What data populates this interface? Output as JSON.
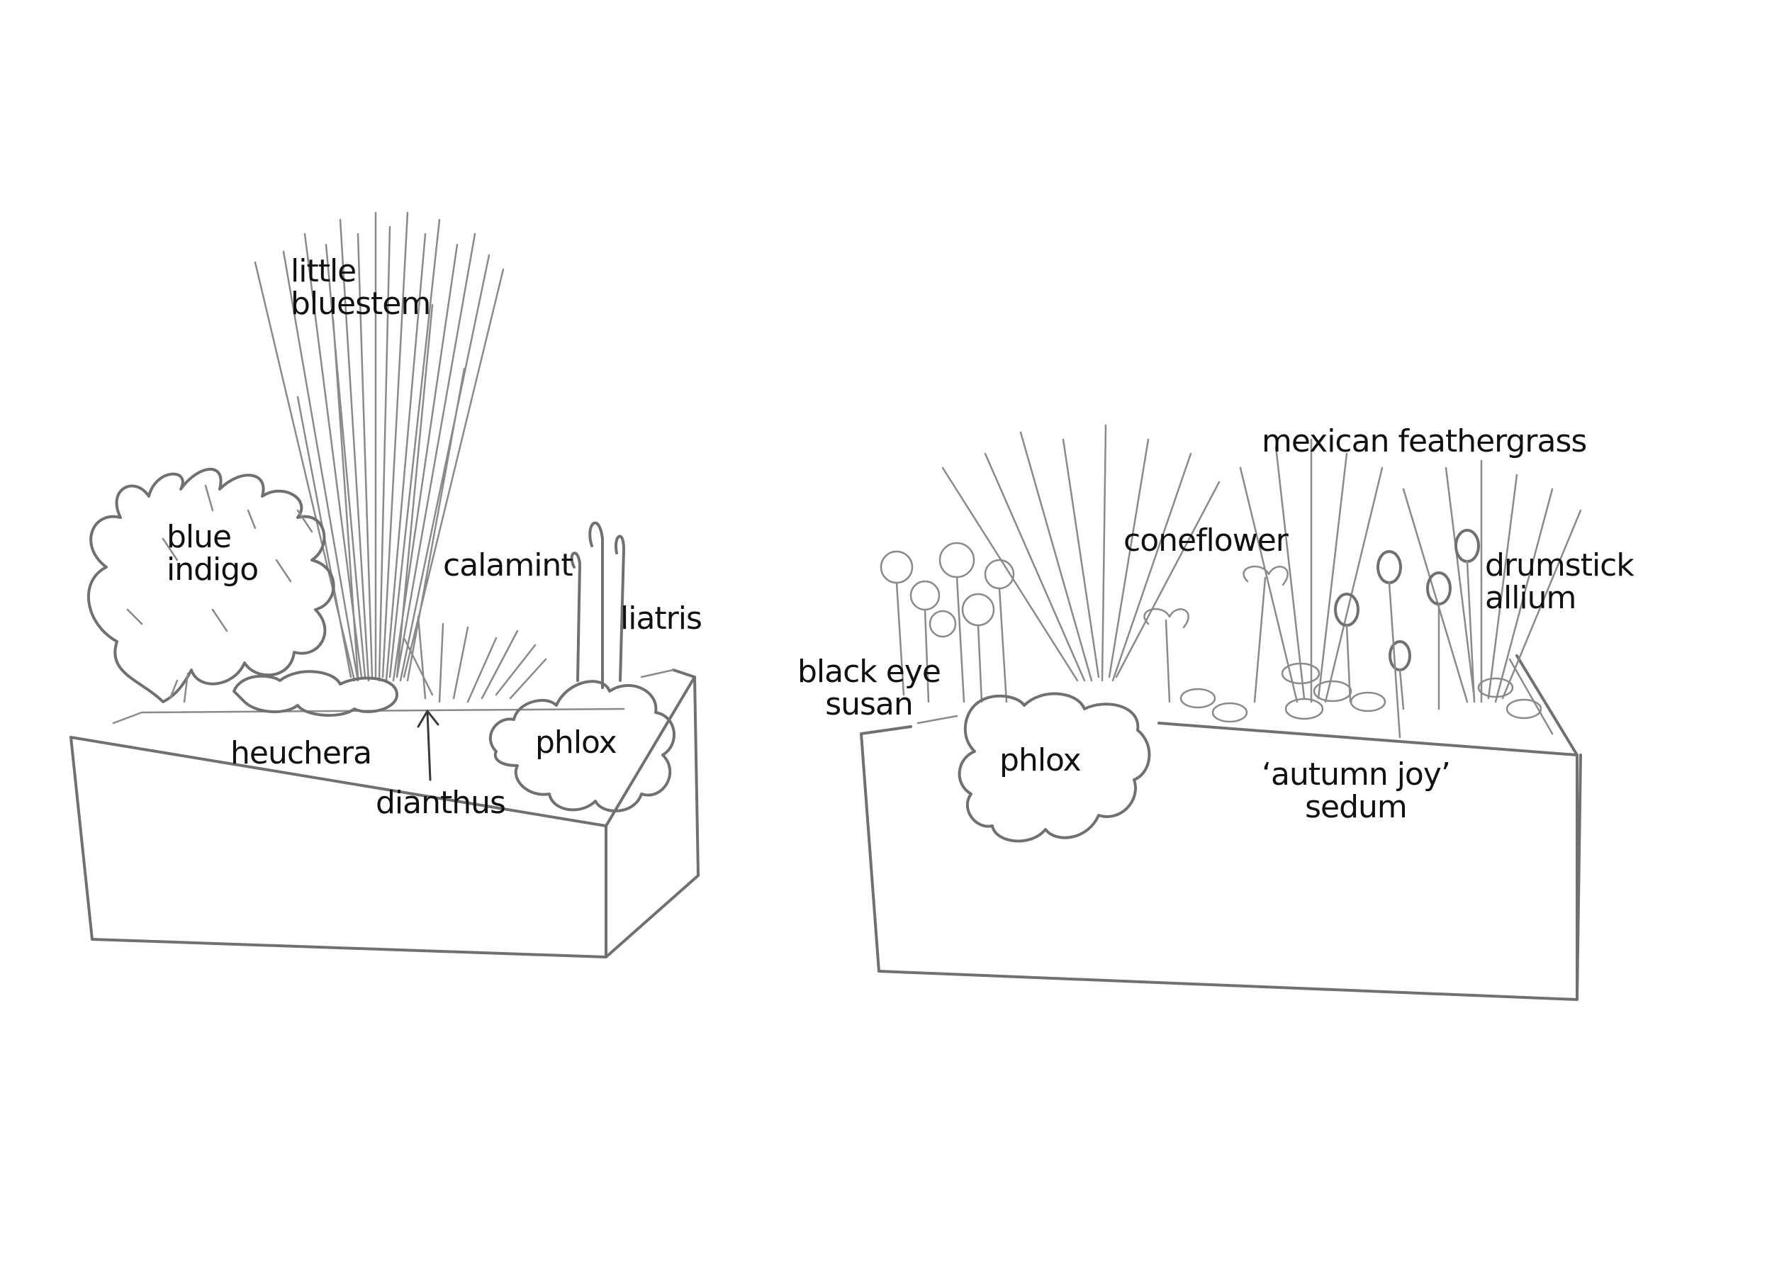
{
  "planters": [
    {
      "id": "left-planter",
      "labels": {
        "little_bluestem": "little\nbluestem",
        "blue_indigo": "blue\nindigo",
        "calamint": "calamint",
        "liatris": "liatris",
        "heuchera": "heuchera",
        "dianthus": "dianthus",
        "phlox": "phlox"
      }
    },
    {
      "id": "right-planter",
      "labels": {
        "mexican_feathergrass": "mexican feathergrass",
        "coneflower": "coneflower",
        "drumstick_allium": "drumstick\nallium",
        "black_eye_susan": "black eye\nsusan",
        "phlox": "phlox",
        "autumn_joy_sedum": "‘autumn joy’\nsedum"
      }
    }
  ],
  "colors": {
    "ink": "#707070",
    "text": "#111111",
    "paper": "#ffffff"
  }
}
